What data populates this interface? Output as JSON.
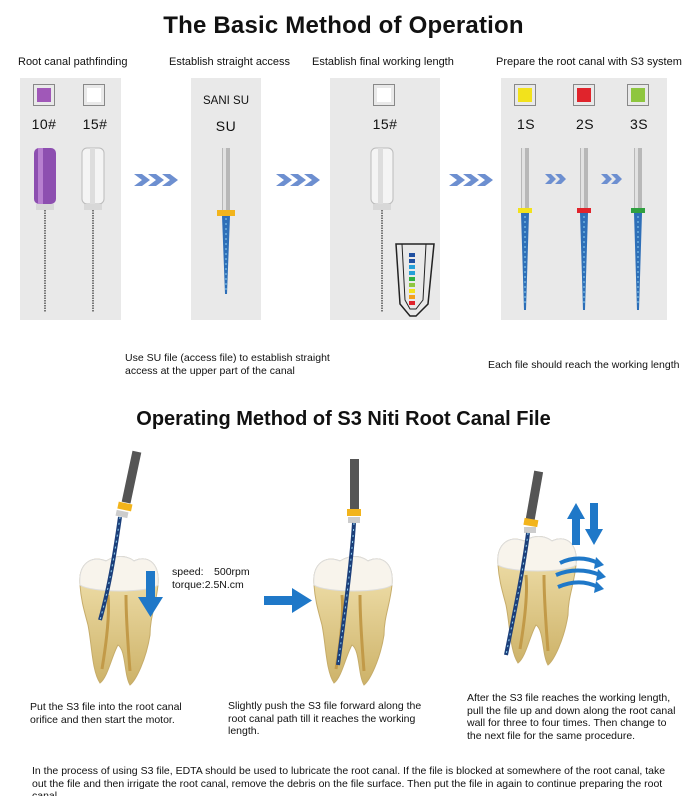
{
  "title": "The Basic Method of Operation",
  "steps": [
    {
      "label": "Root canal pathfinding"
    },
    {
      "label": "Establish straight access"
    },
    {
      "label": "Establish final working length"
    },
    {
      "label": "Prepare the root canal with S3 system"
    }
  ],
  "panel1": {
    "codes": [
      "10#",
      "15#"
    ],
    "swatch_colors": [
      "#a058b8",
      "#ffffff"
    ]
  },
  "panel2": {
    "brand": "SANI SU",
    "code": "SU"
  },
  "panel3": {
    "code": "15#",
    "swatch_color": "#ffffff"
  },
  "panel4": {
    "codes": [
      "1S",
      "2S",
      "3S"
    ],
    "swatch_colors": [
      "#f2e21c",
      "#e0242c",
      "#8ec63f"
    ]
  },
  "notes": {
    "su_note": "Use SU file (access file) to establish straight access at the upper part of the canal",
    "s3_note": "Each file should reach the working length"
  },
  "subtitle": "Operating Method of S3 Niti Root Canal File",
  "motor": {
    "speed": "speed:　500rpm",
    "torque": "torque:2.5N.cm"
  },
  "captions": [
    "Put the S3 file into the root canal orifice and then start the motor.",
    "Slightly push the S3 file forward along the root canal path till it reaches the working length.",
    "After the S3 file reaches the working length, pull the file up and down along the root canal wall for three to four times. Then change to the next file for the same procedure."
  ],
  "footer": "In the process of using S3 file, EDTA should be used to lubricate the root canal. If the file is blocked at somewhere of the root canal, take out the file and then irrigate the root canal, remove the debris on the file surface. Then put the file in again to continue preparing the root canal.",
  "colors": {
    "accent_blue": "#1f78c8",
    "arrow_blue": "#6d8fd0",
    "panel_bg": "#e9e9e9"
  },
  "icons": [
    "triple-chevron-icon",
    "down-arrow-icon",
    "right-arrow-icon",
    "up-down-arrows-icon",
    "rotation-swirl-icon"
  ]
}
